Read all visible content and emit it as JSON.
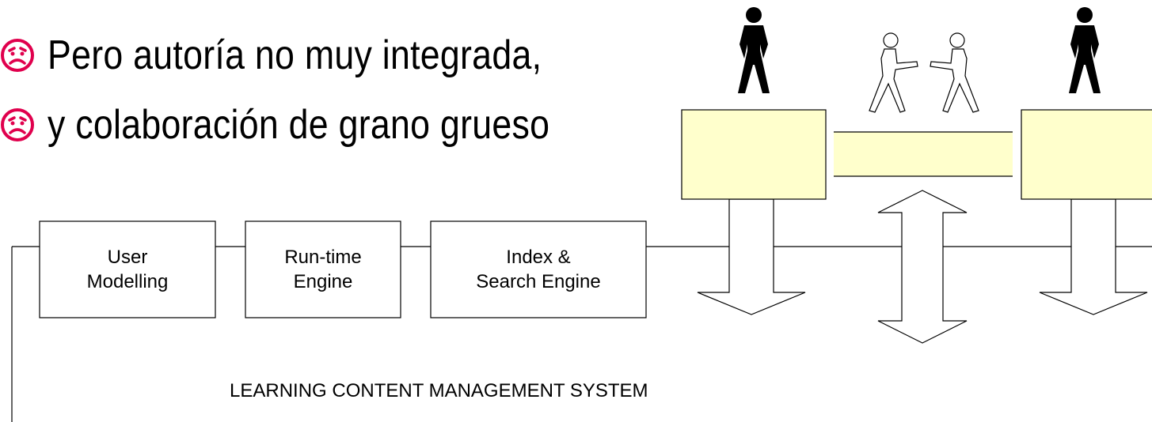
{
  "slide": {
    "bullets": [
      {
        "icon": "sad-face-icon",
        "text": "Pero autoría no muy integrada,"
      },
      {
        "icon": "sad-face-icon",
        "text": "y colaboración de grano grueso"
      }
    ],
    "icon_color": "#e0004d"
  },
  "diagram": {
    "modules": [
      {
        "line1": "User",
        "line2": "Modelling"
      },
      {
        "line1": "Run-time",
        "line2": "Engine"
      },
      {
        "line1": "Index &",
        "line2": "Search Engine"
      }
    ],
    "system_label": "LEARNING CONTENT MANAGEMENT SYSTEM",
    "workspace_fill": "#ffffcc",
    "figures": [
      "person-icon",
      "handshake-icon",
      "person-icon"
    ]
  }
}
